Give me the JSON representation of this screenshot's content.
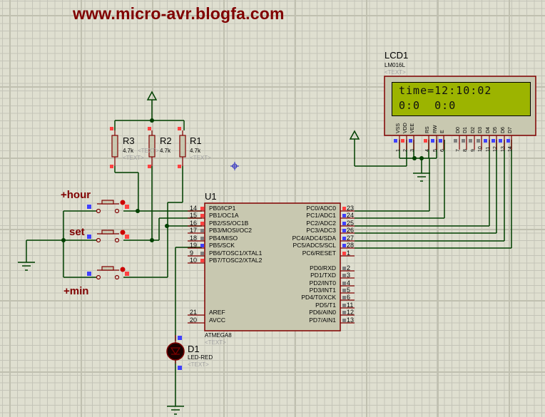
{
  "header": {
    "title": "www.micro-avr.blogfa.com"
  },
  "lcd": {
    "ref": "LCD1",
    "part": "LM016L",
    "text_placeholder": "<TEXT>",
    "line1": "time=12:10:02",
    "line2": "0:0  0:0",
    "pin_labels": [
      "VSS",
      "VDD",
      "VEE",
      "RS",
      "RW",
      "E",
      "D0",
      "D1",
      "D2",
      "D3",
      "D4",
      "D5",
      "D6",
      "D7"
    ],
    "pin_numbers": [
      "1",
      "2",
      "3",
      "4",
      "5",
      "6",
      "7",
      "8",
      "9",
      "10",
      "11",
      "12",
      "13",
      "14"
    ]
  },
  "resistors": [
    {
      "ref": "R3",
      "value": "4.7k",
      "text": "<TEXT>"
    },
    {
      "ref": "R2",
      "value": "4.7k",
      "text": "<TEXT>"
    },
    {
      "ref": "R1",
      "value": "4.7k",
      "text": "<TEXT>"
    }
  ],
  "buttons": [
    {
      "label": "+hour"
    },
    {
      "label": "set"
    },
    {
      "label": "+min"
    }
  ],
  "mcu": {
    "ref": "U1",
    "part": "ATMEGA8",
    "text": "<TEXT>",
    "left_pins": [
      {
        "num": "14",
        "name": "PB0/ICP1"
      },
      {
        "num": "15",
        "name": "PB1/OC1A"
      },
      {
        "num": "16",
        "name": "PB2/SS/OC1B"
      },
      {
        "num": "17",
        "name": "PB3/MOSI/OC2"
      },
      {
        "num": "18",
        "name": "PB4/MISO"
      },
      {
        "num": "19",
        "name": "PB5/SCK"
      },
      {
        "num": "9",
        "name": "PB6/TOSC1/XTAL1"
      },
      {
        "num": "10",
        "name": "PB7/TOSC2/XTAL2"
      },
      {
        "num": "21",
        "name": "AREF"
      },
      {
        "num": "20",
        "name": "AVCC"
      }
    ],
    "right_pins": [
      {
        "num": "23",
        "name": "PC0/ADC0"
      },
      {
        "num": "24",
        "name": "PC1/ADC1"
      },
      {
        "num": "25",
        "name": "PC2/ADC2"
      },
      {
        "num": "26",
        "name": "PC3/ADC3"
      },
      {
        "num": "27",
        "name": "PC4/ADC4/SDA"
      },
      {
        "num": "28",
        "name": "PC5/ADC5/SCL"
      },
      {
        "num": "1",
        "name": "PC6/RESET"
      },
      {
        "num": "2",
        "name": "PD0/RXD"
      },
      {
        "num": "3",
        "name": "PD1/TXD"
      },
      {
        "num": "4",
        "name": "PD2/INT0"
      },
      {
        "num": "5",
        "name": "PD3/INT1"
      },
      {
        "num": "6",
        "name": "PD4/T0/XCK"
      },
      {
        "num": "11",
        "name": "PD5/T1"
      },
      {
        "num": "12",
        "name": "PD6/AIN0"
      },
      {
        "num": "13",
        "name": "PD7/AIN1"
      }
    ]
  },
  "led": {
    "ref": "D1",
    "part": "LED-RED",
    "text": "<TEXT>"
  },
  "colors": {
    "wire": "#004000",
    "component_outline": "#800000",
    "component_fill": "#c8c8b0",
    "pin_high": "#ff4040",
    "pin_low": "#4040ff",
    "pin_float": "#808080",
    "lcd_screen": "#9cb400",
    "title": "#800000"
  }
}
